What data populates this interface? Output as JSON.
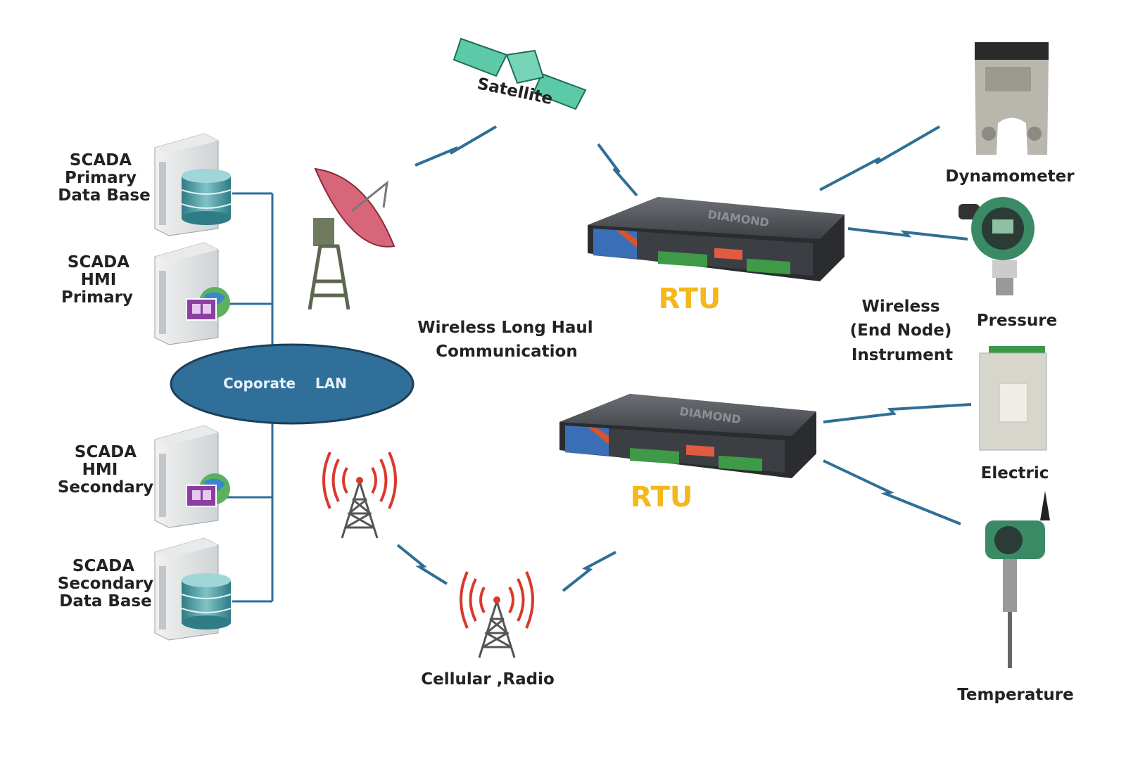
{
  "servers": [
    {
      "label_lines": [
        "SCADA",
        "Primary",
        "Data Base"
      ],
      "icon": "database-server-icon"
    },
    {
      "label_lines": [
        "SCADA",
        "HMI",
        "Primary"
      ],
      "icon": "hmi-server-icon"
    },
    {
      "label_lines": [
        "SCADA",
        "HMI",
        "Secondary"
      ],
      "icon": "hmi-server-icon"
    },
    {
      "label_lines": [
        "SCADA",
        "Secondary",
        "Data Base"
      ],
      "icon": "database-server-icon"
    }
  ],
  "lan": {
    "label": "Coporate    LAN",
    "color": "#2f6f9a"
  },
  "satellite": {
    "label": "Satellite"
  },
  "long_haul": {
    "label_lines": [
      "Wireless Long Haul",
      "Communication"
    ]
  },
  "cellular": {
    "label": "Cellular ,Radio"
  },
  "rtus": [
    {
      "label": "RTU"
    },
    {
      "label": "RTU"
    }
  ],
  "end_node": {
    "label_lines": [
      "Wireless",
      "(End Node)",
      "Instrument"
    ]
  },
  "instruments": [
    {
      "label": "Dynamometer"
    },
    {
      "label": "Pressure"
    },
    {
      "label": "Electric"
    },
    {
      "label": "Temperature"
    }
  ],
  "colors": {
    "link": "#2f6f95",
    "rtu_label": "#f3b81a",
    "tower_waves": "#d9392b"
  }
}
